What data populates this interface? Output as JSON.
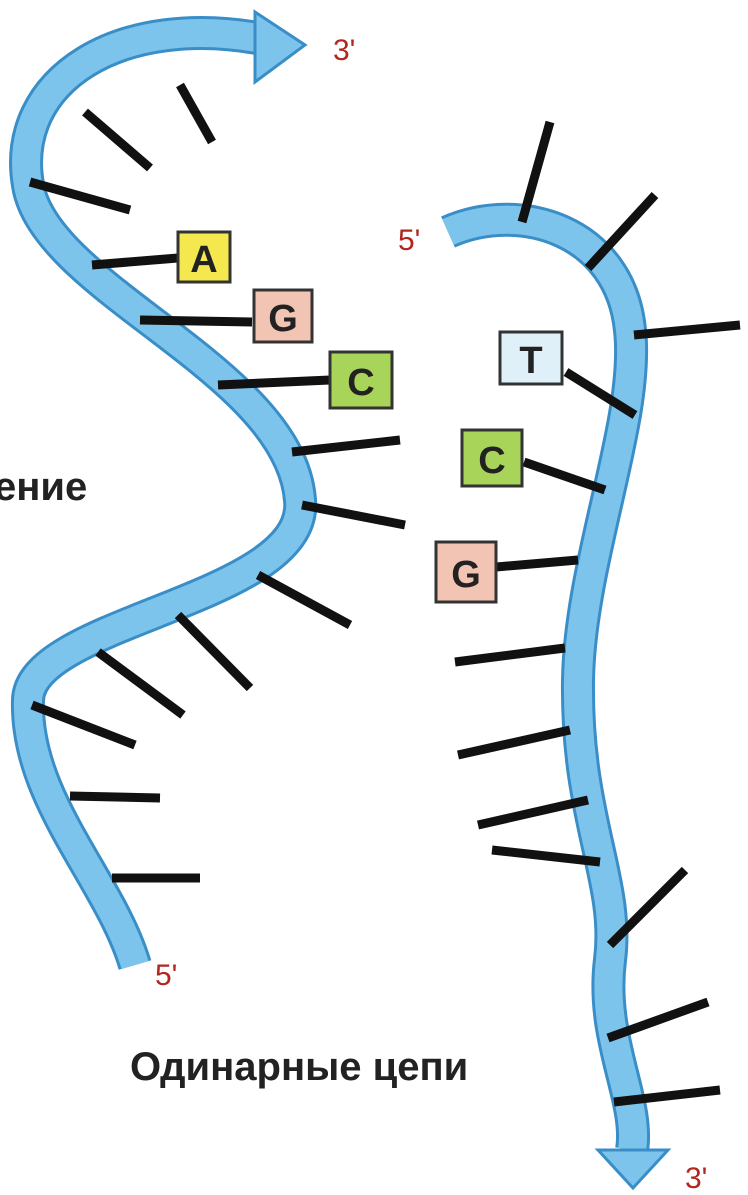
{
  "diagram": {
    "left_strand": {
      "top_end": "3'",
      "bottom_end": "5'",
      "bases": [
        {
          "letter": "A",
          "color": "#f4e84e"
        },
        {
          "letter": "G",
          "color": "#f2c4b4"
        },
        {
          "letter": "C",
          "color": "#a8d45a"
        }
      ]
    },
    "right_strand": {
      "top_end": "5'",
      "bottom_end": "3'",
      "bases": [
        {
          "letter": "T",
          "color": "#dff0f8"
        },
        {
          "letter": "C",
          "color": "#a8d45a"
        },
        {
          "letter": "G",
          "color": "#f2c4b4"
        }
      ]
    },
    "side_label_fragment": "ение",
    "caption": "Одинарные цепи"
  },
  "colors": {
    "ribbon": "#7cc4ec",
    "ribbon_outline": "#3a8ec8",
    "base_line": "#111111",
    "end_label": "#b3261e"
  }
}
